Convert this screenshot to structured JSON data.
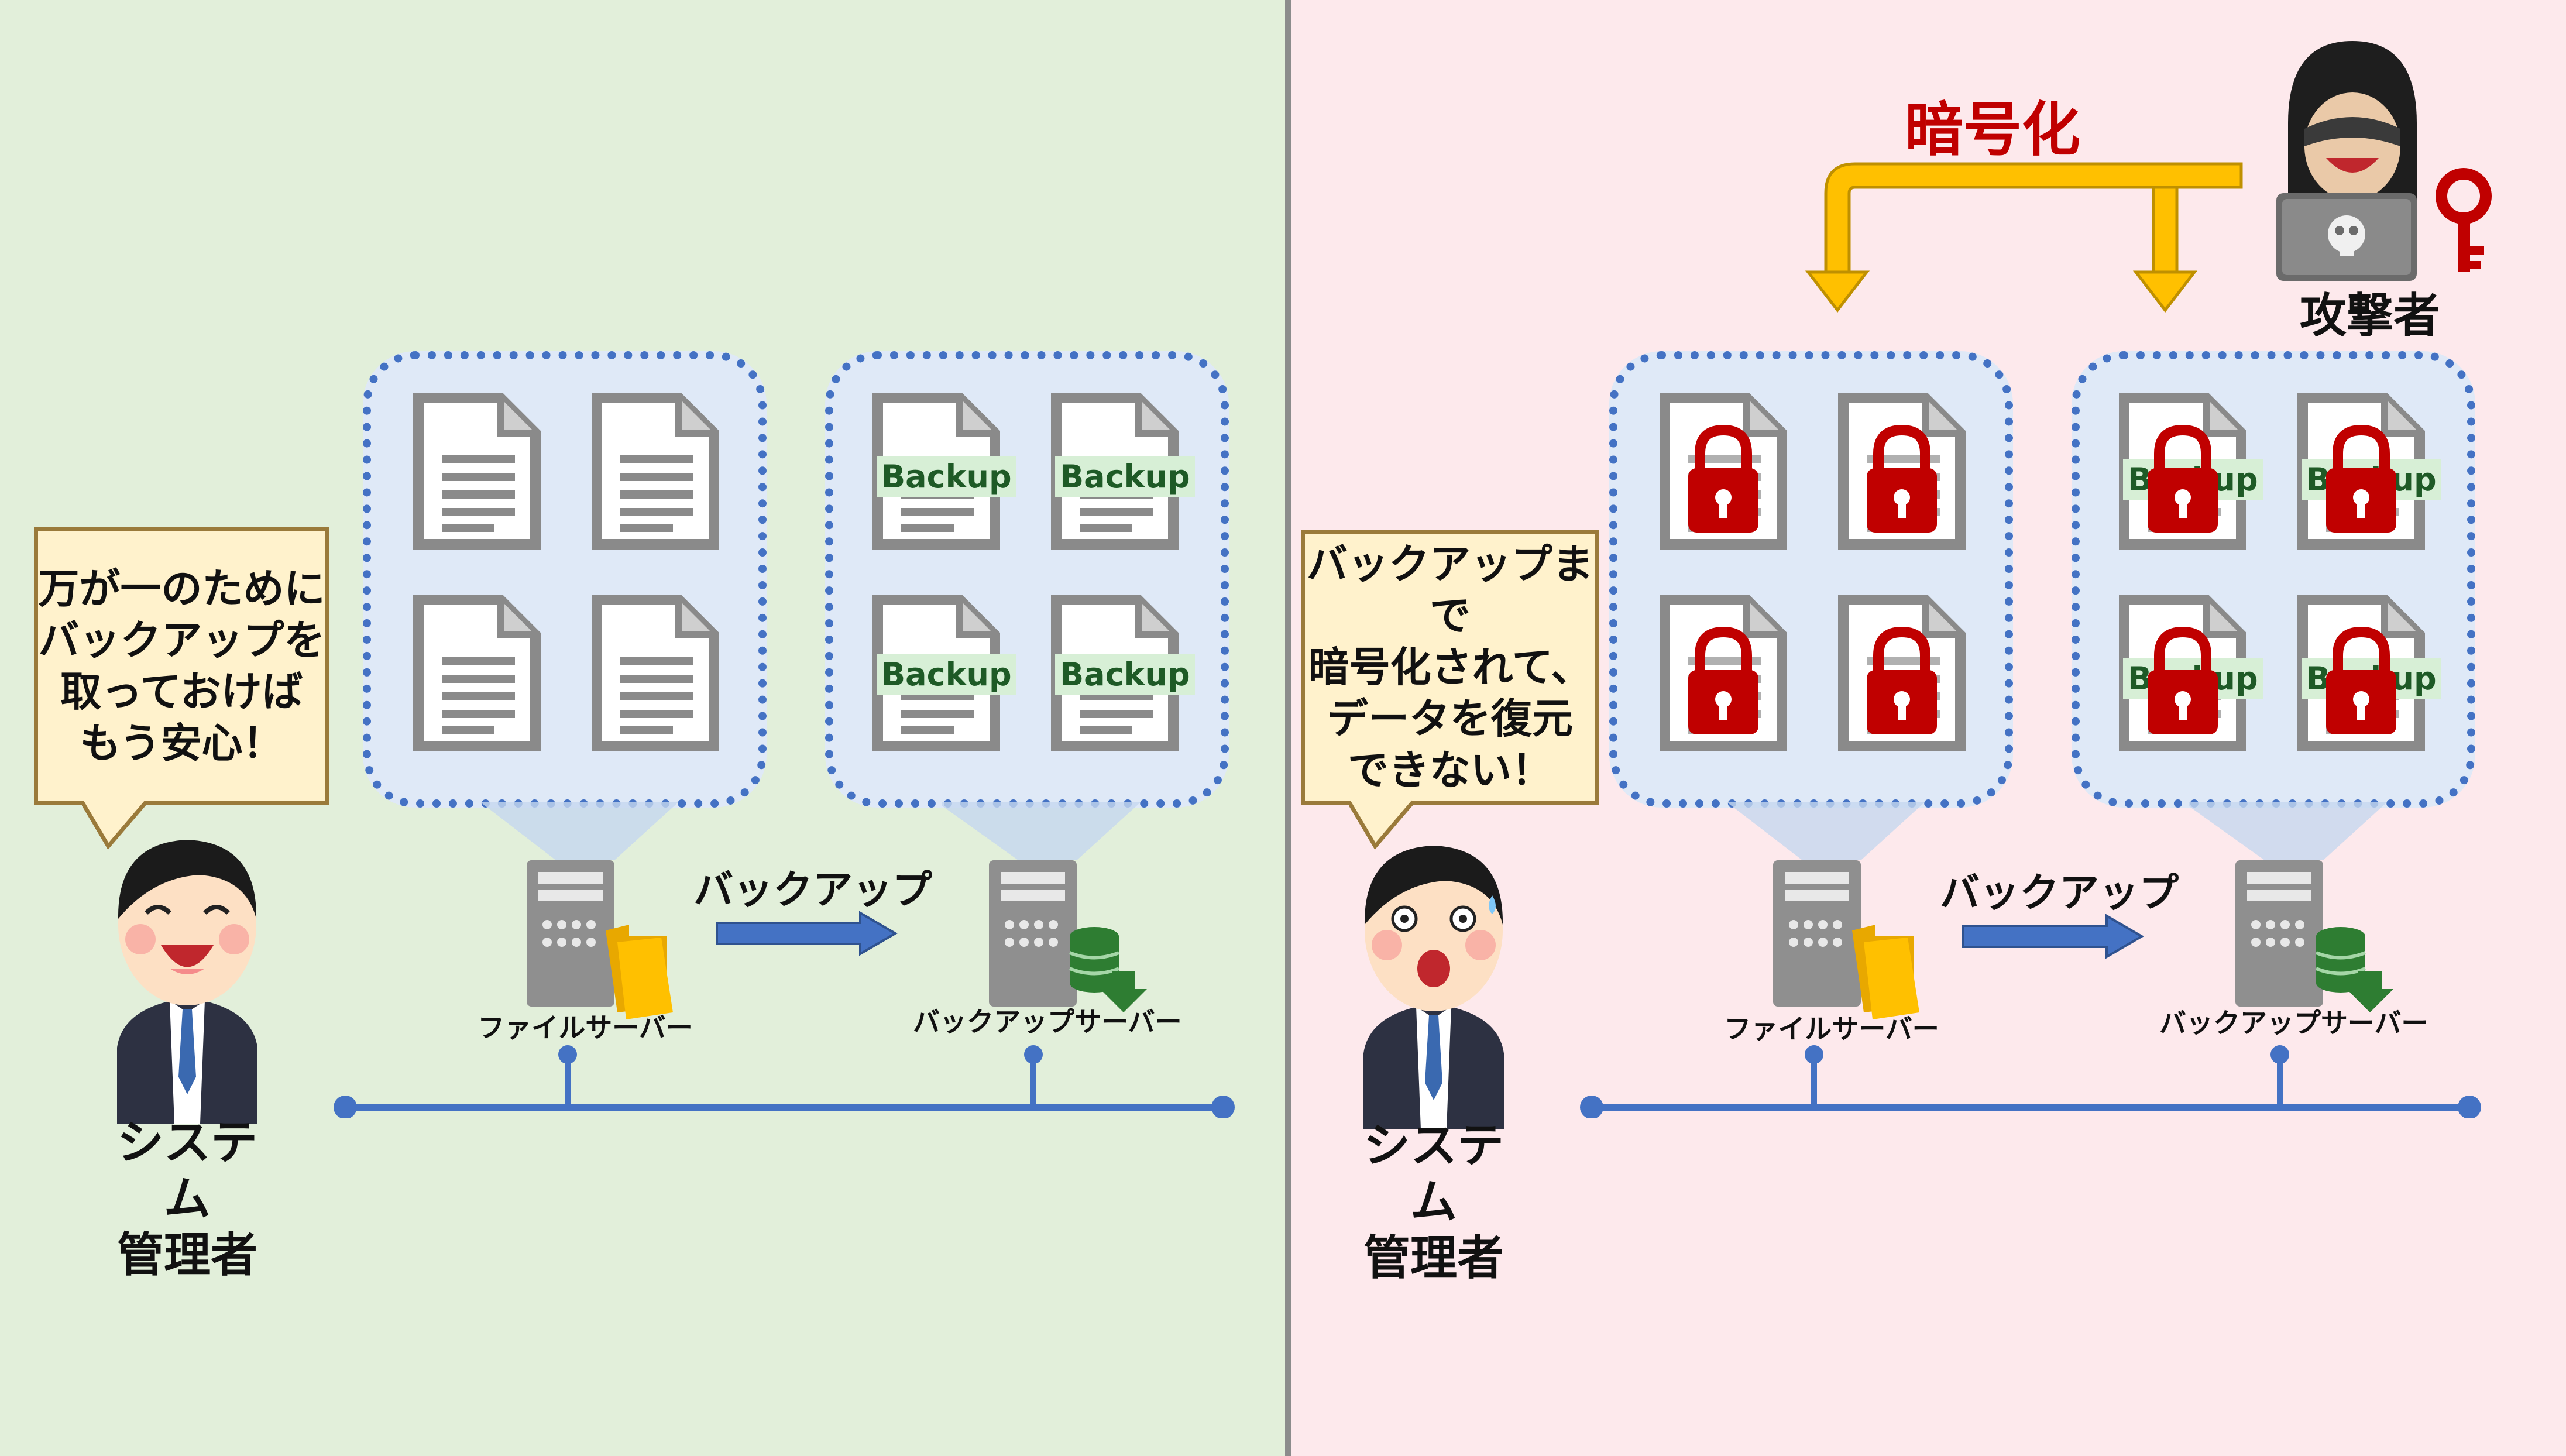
{
  "left": {
    "speech": "万が一のために\nバックアップを\n取っておけば\nもう安心！",
    "admin_label": "システム\n管理者",
    "file_server_label": "ファイルサーバー",
    "backup_server_label": "バックアップサーバー",
    "flow_label": "バックアップ",
    "backup_doc_label": "Backup"
  },
  "right": {
    "speech": "バックアップまで\n暗号化されて、\nデータを復元\nできない！",
    "admin_label": "システム\n管理者",
    "file_server_label": "ファイルサーバー",
    "backup_server_label": "バックアップサーバー",
    "flow_label": "バックアップ",
    "backup_doc_label": "Backup",
    "encrypt_label": "暗号化",
    "attacker_label": "攻撃者"
  },
  "colors": {
    "left_background": "#e2efda",
    "right_background": "#fde9ec",
    "network_line": "#4472c4",
    "encrypt_arrow": "#ffc000",
    "encrypt_text": "#c00000",
    "lock": "#c00000",
    "cluster_border": "#4472c4"
  },
  "icons": [
    "document-icon",
    "server-icon",
    "folder-icon",
    "database-download-icon",
    "lock-icon",
    "key-icon",
    "laptop-icon",
    "businessman-icon",
    "hooded-attacker-icon"
  ]
}
